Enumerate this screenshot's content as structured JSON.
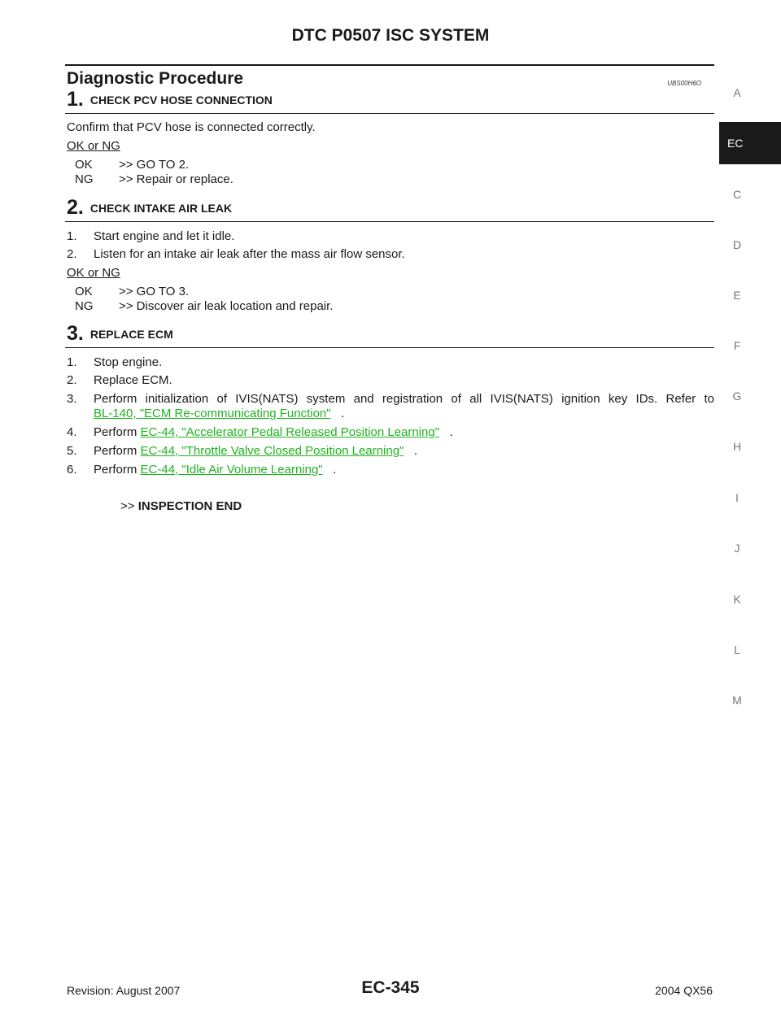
{
  "header": {
    "title": "DTC P0507 ISC SYSTEM"
  },
  "section": {
    "title": "Diagnostic Procedure",
    "code": "UBS00H6O"
  },
  "steps": [
    {
      "number": "1.",
      "heading": "CHECK PCV HOSE CONNECTION",
      "text": "Confirm that PCV hose is connected correctly.",
      "okng": "OK or NG",
      "ok_key": "OK",
      "ok_val": ">> GO TO 2.",
      "ng_key": "NG",
      "ng_val": ">> Repair or replace."
    },
    {
      "number": "2.",
      "heading": "CHECK INTAKE AIR LEAK",
      "items": [
        "Start engine and let it idle.",
        "Listen for an intake air leak after the mass air flow sensor."
      ],
      "okng": "OK or NG",
      "ok_key": "OK",
      "ok_val": ">> GO TO 3.",
      "ng_key": "NG",
      "ng_val": ">> Discover air leak location and repair."
    },
    {
      "number": "3.",
      "heading": "REPLACE ECM",
      "item1": "Stop engine.",
      "item2": "Replace ECM.",
      "item3_line1": "Perform initialization of IVIS(NATS) system and registration of all IVIS(NATS) ignition key IDs. Refer to",
      "item3_link": "BL-140, \"ECM Re-communicating Function\"",
      "item_perform": "Perform",
      "item4_link": "EC-44, \"Accelerator Pedal Released Position Learning\"",
      "item5_link": "EC-44, \"Throttle Valve Closed Position Learning\"",
      "item6_link": "EC-44, \"Idle Air Volume Learning\"",
      "period": ".",
      "end_prefix": ">>",
      "end_text": "INSPECTION END"
    }
  ],
  "list_numbers": [
    "1.",
    "2.",
    "3.",
    "4.",
    "5.",
    "6."
  ],
  "sidebar": {
    "letters": [
      "A",
      "C",
      "D",
      "E",
      "F",
      "G",
      "H",
      "I",
      "J",
      "K",
      "L",
      "M"
    ],
    "active": "EC"
  },
  "footer": {
    "revision": "Revision: August 2007",
    "page": "EC-345",
    "model": "2004 QX56"
  },
  "colors": {
    "link": "#1fb31f",
    "tab_bg": "#1a1a1a"
  }
}
